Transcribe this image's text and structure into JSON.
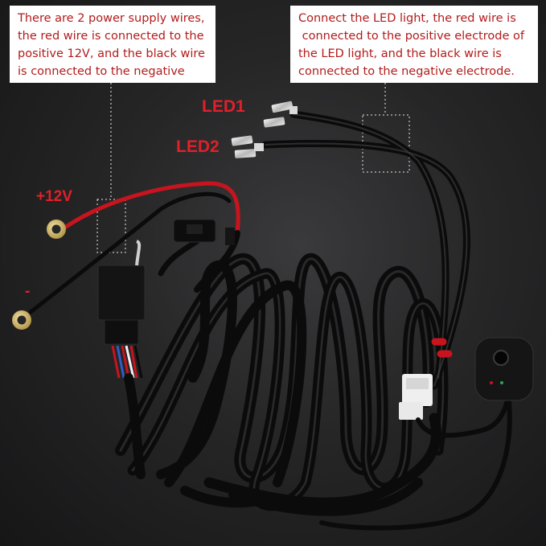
{
  "callout_left": {
    "lines": [
      "There are 2 power supply wires,",
      "the red wire is connected to the",
      "positive 12V, and the black wire",
      "is connected to the negative"
    ]
  },
  "callout_right": {
    "lines": [
      "Connect the LED light, the red wire is",
      " connected to the positive electrode of",
      "the LED light, and the black wire is",
      "connected to the negative electrode."
    ]
  },
  "labels": {
    "led1": "LED1",
    "led2": "LED2",
    "positive": "+12V",
    "negative": "-"
  },
  "colors": {
    "label_red": "#e0202a",
    "callout_text": "#b31b1b",
    "wire_red": "#c8141e",
    "wire_black": "#0b0b0b",
    "ring_terminal": "#d8c27a"
  }
}
